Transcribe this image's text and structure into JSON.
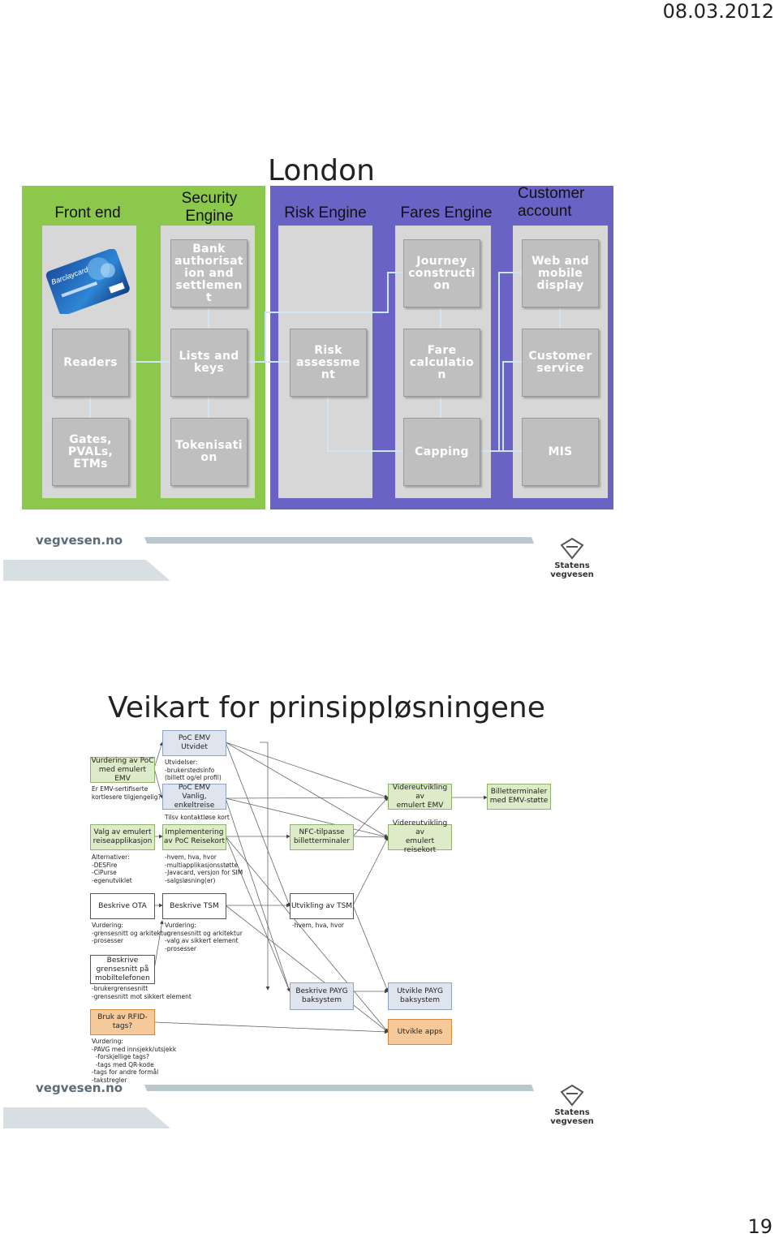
{
  "header": {
    "date": "08.03.2012"
  },
  "slide1": {
    "title": "London",
    "columns": {
      "front_end": "Front end",
      "security": "Security\nEngine",
      "risk": "Risk Engine",
      "fares": "Fares Engine",
      "customer": "Customer\naccount"
    },
    "card_text": "Barclaycard",
    "boxes": {
      "bank": "Bank\nauthorisat\nion and\nsettlemen\nt",
      "journey": "Journey\nconstructi\non",
      "web": "Web and\nmobile\ndisplay",
      "readers": "Readers",
      "lists": "Lists and\nkeys",
      "risk_assess": "Risk\nassessme\nnt",
      "fare_calc": "Fare\ncalculatio\nn",
      "customer_service": "Customer\nservice",
      "gates": "Gates,\nPVALs,\nETMs",
      "token": "Tokenisati\non",
      "capping": "Capping",
      "mis": "MIS"
    },
    "colors": {
      "green": "#8cc84b",
      "purple": "#6a63c6",
      "box": "#bfbfbf"
    }
  },
  "footer": {
    "brand": "vegvesen.no",
    "logo_text": "Statens vegvesen"
  },
  "slide2": {
    "title": "Veikart for prinsippløsningene",
    "nodes": {
      "poc_utvidet": "PoC EMV\nUtvidet",
      "vurdering_poc": "Vurdering av PoC\nmed emulert EMV",
      "poc_vanlig": "PoC EMV\nVanlig, enkeltreise",
      "valg_emulert": "Valg av emulert\nreiseapplikasjon",
      "implementering": "Implementering\nav PoC Reisekort",
      "nfc": "NFC-tilpasse\nbilletterminaler",
      "vid_emv": "Videreutvikling av\nemulert EMV",
      "vid_reisekort": "Videreutvikling av\nemulert reisekort",
      "billetterminaler": "Billetterminaler\nmed EMV-støtte",
      "beskrive_ota": "Beskrive OTA",
      "beskrive_tsm": "Beskrive TSM",
      "utvikling_tsm": "Utvikling av TSM",
      "beskrive_grensesnitt": "Beskrive\ngrensesnitt på\nmobiltelefonen",
      "beskrive_payg": "Beskrive PAYG\nbaksystem",
      "utvikle_payg": "Utvikle PAYG\nbaksystem",
      "rfid": "Bruk av RFID-tags?",
      "apps": "Utvikle apps"
    },
    "notes": {
      "utvidelser": "Utvidelser:\n-brukerstedsinfo\n(billett og/el profil)",
      "emv_sert": "Er EMV-sertifiserte\nkortlesere tilgjengelig?",
      "tilsyv": "Tilsv kontaktløse kort",
      "alternativer": "Alternativer:\n-DESFire\n-CiPurse\n-egenutviklet",
      "hvem_impl": "-hvem, hva, hvor\n-multiapplikasjonsstøtte\n-Javacard, versjon for SIM\n-salgsløsning(er)",
      "vurdering_ota": "Vurdering:\n-grensesnitt og arkitektur\n-prosesser",
      "vurdering_tsm": "Vurdering:\n-grensesnitt og arkitektur\n-valg av sikkert element\n-prosesser",
      "hvem_tsm": "-hvem, hva, hvor",
      "grensesnitt": "-brukergrensesnitt\n-grensesnitt mot sikkert element",
      "vurdering_rfid": "Vurdering:\n-PAVG med innsjekk/utsjekk\n  -forskjellige tags?\n  -tags med QR-kode\n-tags for andre formål\n-takstregler"
    }
  },
  "page": {
    "number": "19"
  }
}
